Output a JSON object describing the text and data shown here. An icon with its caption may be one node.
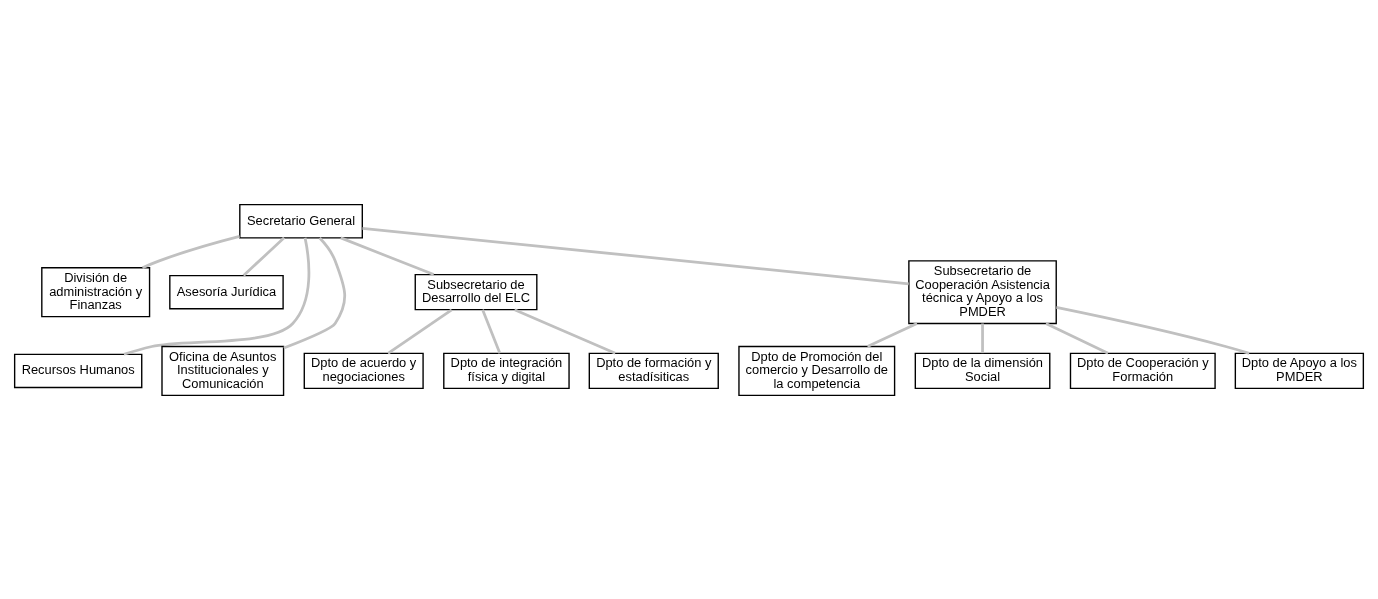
{
  "diagram": {
    "nodes": [
      {
        "text": [
          "Secretario General"
        ]
      },
      {
        "text": [
          "División de administración y Finanzas"
        ]
      },
      {
        "text": [
          "Asesoría Jurídica"
        ]
      },
      {
        "text": [
          "Recursos Humanos"
        ]
      },
      {
        "text": [
          "Oficina de Asuntos Institucionales y Comunicación"
        ]
      },
      {
        "text": [
          "Subsecretario de Desarrollo del ELC"
        ]
      },
      {
        "text": [
          "Subsecretario de Cooperación Asistencia técnica y Apoyo a los PMDER"
        ]
      },
      {
        "text": [
          "Dpto de acuerdo y negociaciones"
        ]
      },
      {
        "text": [
          "Dpto de integración física y digital"
        ]
      },
      {
        "text": [
          "Dpto de formación y estadísiticas"
        ]
      },
      {
        "text": [
          "Dpto de Promoción del comercio y Desarrollo de la competencia"
        ]
      },
      {
        "text": [
          "Dpto de la dimensión Social"
        ]
      },
      {
        "text": [
          "Dpto de Cooperación y Formación"
        ]
      },
      {
        "text": [
          "Dpto de Apoyo a los PMDER"
        ]
      }
    ],
    "edges": [
      {
        "from": 0,
        "to": 1,
        "arrow": "none"
      },
      {
        "from": 0,
        "to": 2,
        "arrow": "none"
      },
      {
        "from": 0,
        "to": 3,
        "arrow": "none"
      },
      {
        "from": 0,
        "to": 4,
        "arrow": "none"
      },
      {
        "from": 0,
        "to": 5,
        "arrow": "none"
      },
      {
        "from": 0,
        "to": 6,
        "arrow": "none"
      },
      {
        "from": 5,
        "to": 7,
        "arrow": "none"
      },
      {
        "from": 5,
        "to": 8,
        "arrow": "none"
      },
      {
        "from": 5,
        "to": 9,
        "arrow": "none"
      },
      {
        "from": 6,
        "to": 10,
        "arrow": "none"
      },
      {
        "from": 6,
        "to": 11,
        "arrow": "none"
      },
      {
        "from": 6,
        "to": 12,
        "arrow": "none"
      },
      {
        "from": 6,
        "to": 13,
        "arrow": "none"
      }
    ]
  }
}
